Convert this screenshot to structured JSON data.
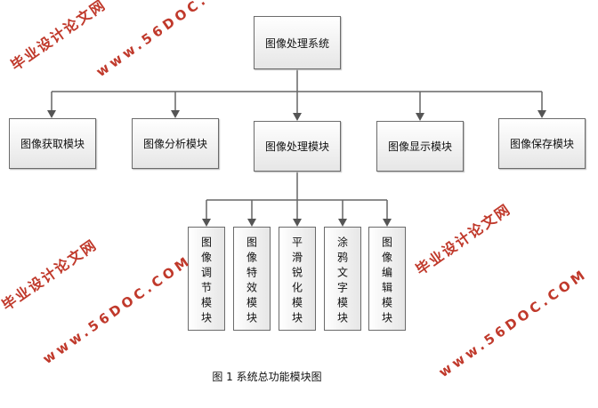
{
  "root": "图像处理系统",
  "modules": [
    "图像获取模块",
    "图像分析模块",
    "图像处理模块",
    "图像显示模块",
    "图像保存模块"
  ],
  "submodules": [
    "图像调节模块",
    "图像特效模块",
    "平滑锐化模块",
    "涂鸦文字模块",
    "图像编辑模块"
  ],
  "caption": "图 1  系统总功能模块图",
  "watermarks": [
    "毕业设计论文网",
    "www.56DOC.COM"
  ]
}
